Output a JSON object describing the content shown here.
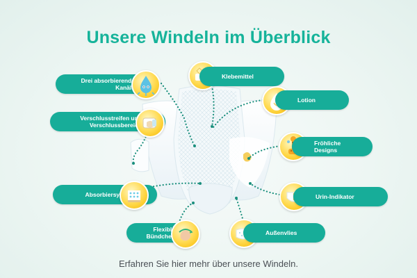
{
  "title": "Unsere Windeln im Überblick",
  "subtitle": "Erfahren Sie hier mehr über unsere Windeln.",
  "features": {
    "kanaele": {
      "label": "Drei absorbierende\nKanäle",
      "icon": "droplet-character-icon"
    },
    "verschluss": {
      "label": "Verschlusstreifen und\nVerschlussbereich",
      "icon": "fastening-tape-icon"
    },
    "absorbier": {
      "label": "Absorbiersystem",
      "icon": "absorbent-core-icon"
    },
    "buendchen": {
      "label": "Flexible\nBündchen",
      "icon": "stretch-cuff-icon"
    },
    "klebemittel": {
      "label": "Klebemittel",
      "icon": "adhesive-tab-icon"
    },
    "lotion": {
      "label": "Lotion",
      "icon": "lotion-drop-icon"
    },
    "designs": {
      "label": "Fröhliche\nDesigns",
      "icon": "giraffe-design-icon"
    },
    "urin": {
      "label": "Urin-Indikator",
      "icon": "wetness-indicator-icon"
    },
    "aussenvlies": {
      "label": "Außenvlies",
      "icon": "outer-cover-icon"
    }
  },
  "colors": {
    "title": "#16b39a",
    "pill": "#17ad99",
    "badge": "#ffd84a",
    "connector": "#1a8f7d"
  }
}
